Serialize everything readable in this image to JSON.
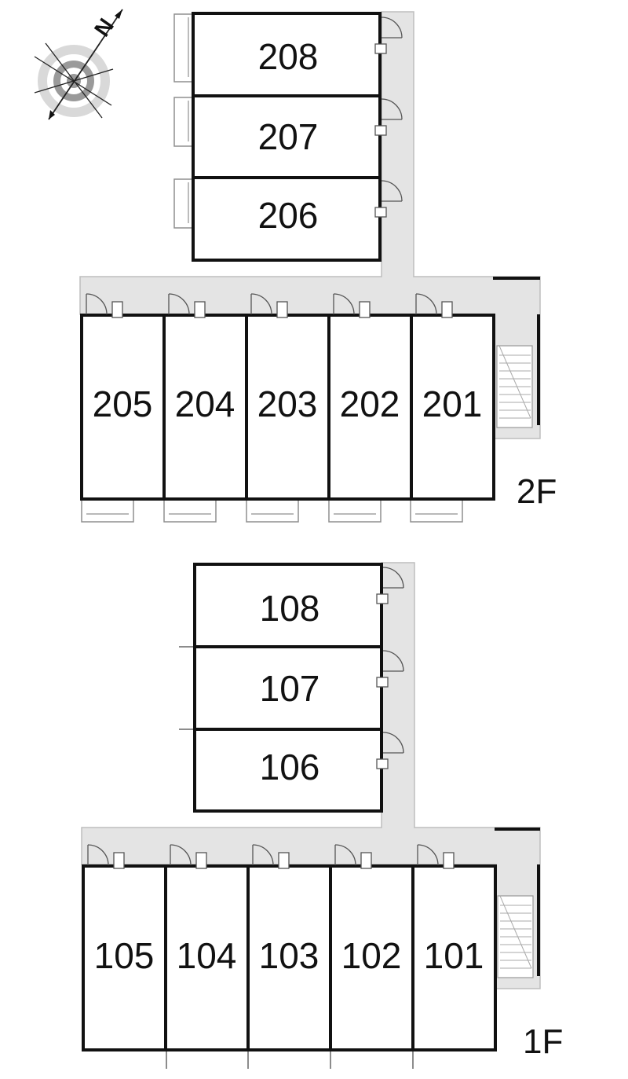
{
  "compass": {
    "north_label": "N",
    "icon": "compass-icon"
  },
  "floors": [
    {
      "id": "2F",
      "label": "2F",
      "rows": [
        {
          "kind": "stack",
          "rooms": [
            "208",
            "207",
            "206"
          ]
        },
        {
          "kind": "row",
          "rooms": [
            "205",
            "204",
            "203",
            "202",
            "201"
          ]
        }
      ]
    },
    {
      "id": "1F",
      "label": "1F",
      "rows": [
        {
          "kind": "stack",
          "rooms": [
            "108",
            "107",
            "106"
          ]
        },
        {
          "kind": "row",
          "rooms": [
            "105",
            "104",
            "103",
            "102",
            "101"
          ]
        }
      ]
    }
  ]
}
